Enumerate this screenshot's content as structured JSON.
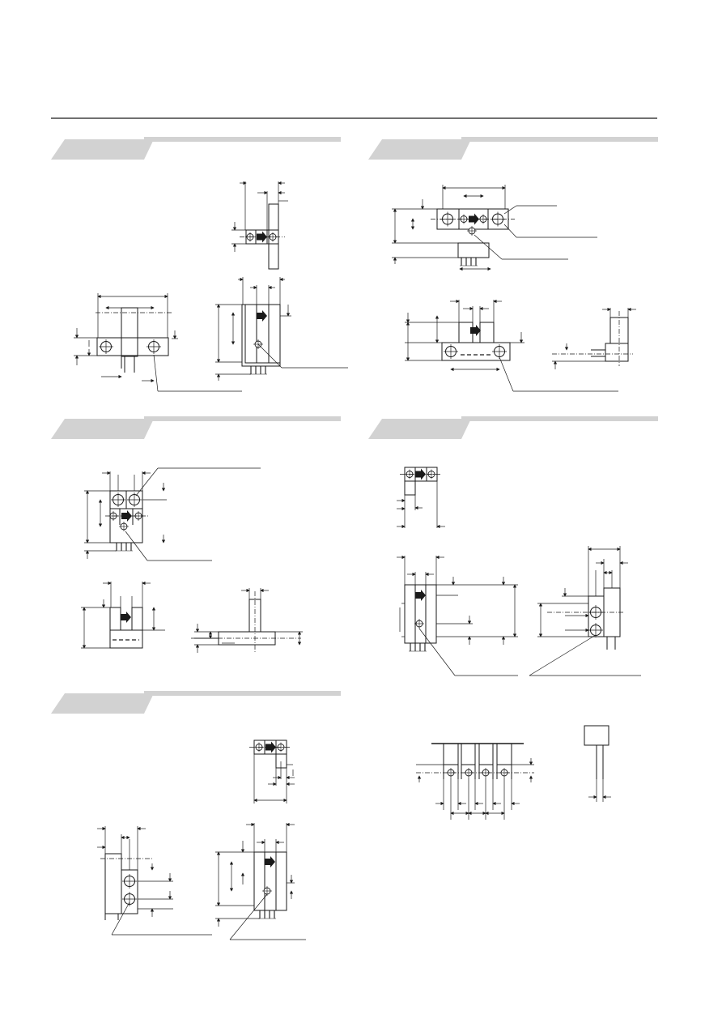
{
  "page": {
    "background": "#ffffff",
    "line_color": "#1a1a1a",
    "header_band_color": "#d2d2d2"
  },
  "sections": [
    {
      "id": "top-left",
      "title": ""
    },
    {
      "id": "top-right",
      "title": ""
    },
    {
      "id": "middle-left",
      "title": ""
    },
    {
      "id": "middle-right",
      "title": ""
    },
    {
      "id": "bottom-left",
      "title": ""
    }
  ]
}
